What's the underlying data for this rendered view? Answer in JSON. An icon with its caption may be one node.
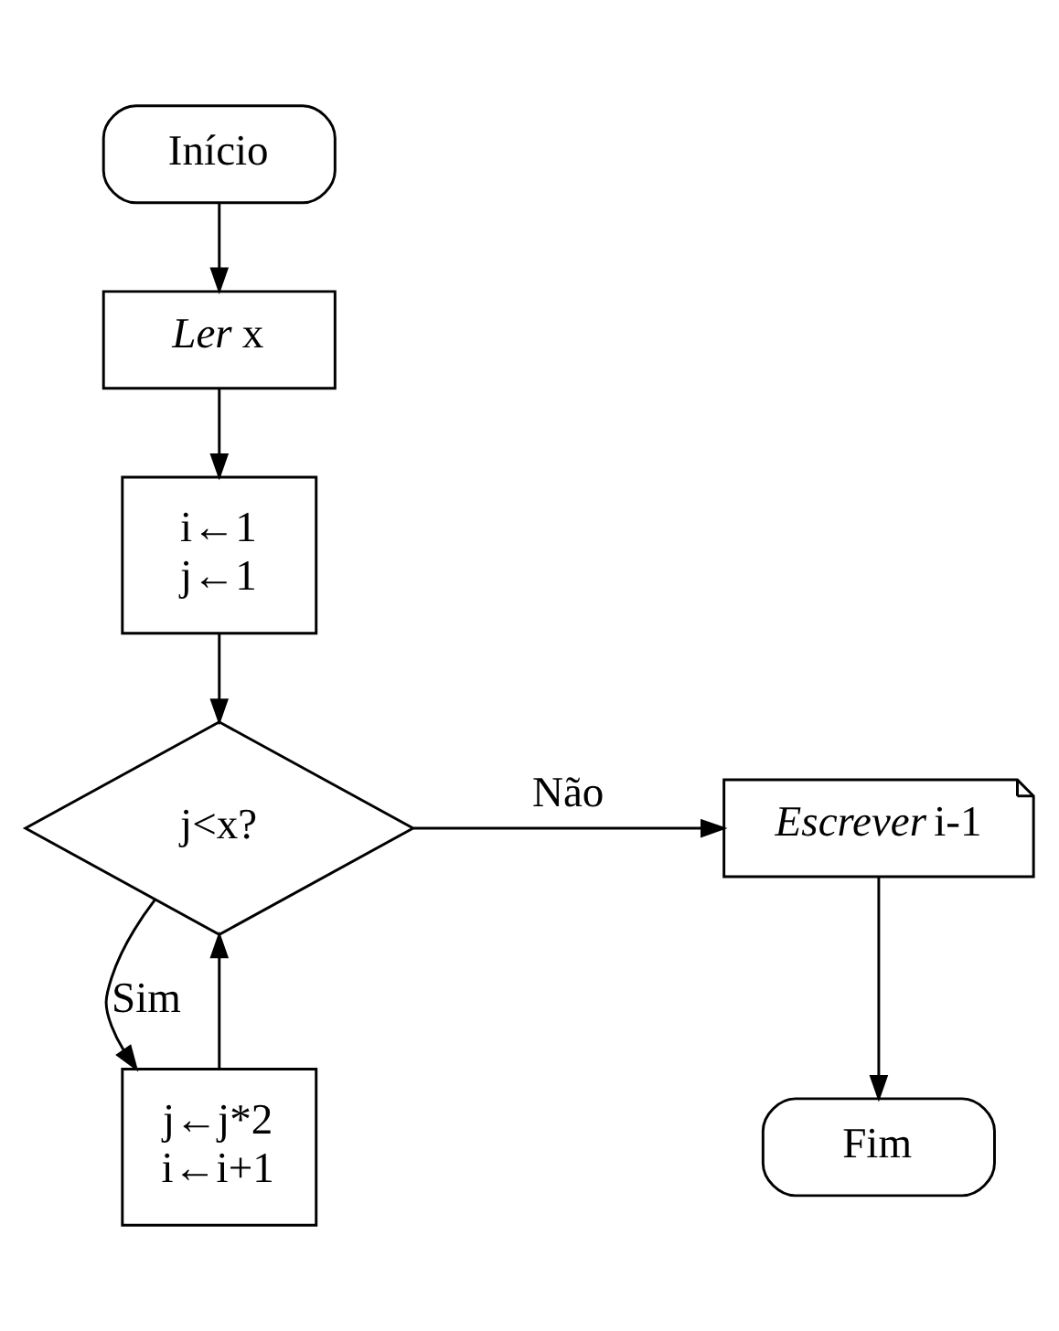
{
  "diagram": {
    "nodes": [
      {
        "text": [
          "Início"
        ]
      },
      {
        "text": [
          "*Ler* x"
        ]
      },
      {
        "text": [
          "i←1",
          "j←1"
        ]
      },
      {
        "text": [
          "j<x?"
        ]
      },
      {
        "text": [
          "j←j*2",
          "i←i+1"
        ]
      },
      {
        "text": [
          "*Escrever* i-1"
        ]
      },
      {
        "text": [
          "Fim"
        ]
      }
    ],
    "edges": [
      {
        "from": 0,
        "to": 1,
        "arrow": "to"
      },
      {
        "from": 1,
        "to": 2,
        "arrow": "to"
      },
      {
        "from": 2,
        "to": 3,
        "arrow": "to"
      },
      {
        "from": 3,
        "to": 4,
        "arrow": "to",
        "label": "Sim"
      },
      {
        "from": 4,
        "to": 3,
        "arrow": "to"
      },
      {
        "from": 3,
        "to": 5,
        "arrow": "to",
        "label": "Não"
      },
      {
        "from": 5,
        "to": 6,
        "arrow": "to"
      }
    ]
  }
}
